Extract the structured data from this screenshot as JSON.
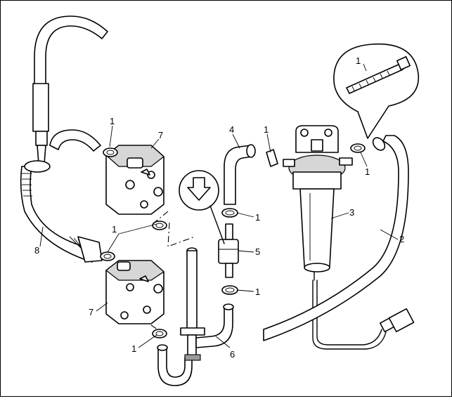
{
  "callouts": {
    "c1_zip_tie": "1",
    "c1_pump_top_clamp": "1",
    "c1_pump_mid_clamp": "1",
    "c1_pump_low_clamp": "1",
    "c1_filter_upper_clamp": "1",
    "c1_filter_lower_clamp": "1",
    "c1_separator_left_clamp": "1",
    "c1_separator_right_clamp": "1",
    "c2_fuel_hose": "2",
    "c3_water_separator": "3",
    "c4_inlet_hose": "4",
    "c5_inline_filter": "5",
    "c6_y_hose": "6",
    "c7_pump_upper": "7",
    "c7_pump_lower": "7",
    "c8_exhaust_hose": "8"
  },
  "flow_arrow_icon": "down-arrow-icon"
}
